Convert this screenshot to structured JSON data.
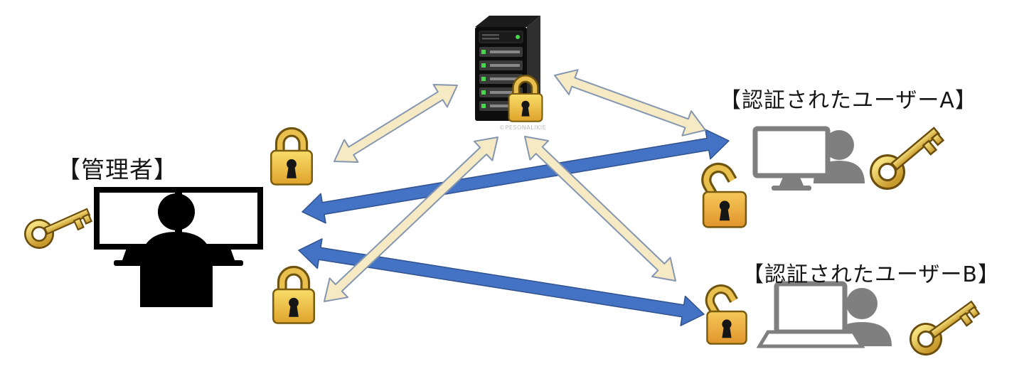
{
  "diagram": {
    "labels": {
      "admin": "【管理者】",
      "user_a": "【認証されたユーザーA】",
      "user_b": "【認証されたユーザーB】"
    },
    "watermark": "©PESONALIKIE",
    "icons": [
      {
        "id": "server",
        "name": "server-tower-with-padlock"
      },
      {
        "id": "admin",
        "name": "administrator-dual-monitor-workstation"
      },
      {
        "id": "user_a",
        "name": "authenticated-user-a-desktop"
      },
      {
        "id": "user_b",
        "name": "authenticated-user-b-laptop"
      },
      {
        "id": "lock_admin_upper",
        "name": "closed-gold-padlock"
      },
      {
        "id": "lock_admin_lower",
        "name": "closed-gold-padlock"
      },
      {
        "id": "lock_server",
        "name": "closed-gold-padlock"
      },
      {
        "id": "lock_user_a",
        "name": "open-gold-padlock"
      },
      {
        "id": "lock_user_b",
        "name": "open-gold-padlock"
      },
      {
        "id": "key_admin",
        "name": "gold-key"
      },
      {
        "id": "key_user_a",
        "name": "gold-key"
      },
      {
        "id": "key_user_b",
        "name": "gold-key"
      }
    ],
    "edges": [
      {
        "id": "e5",
        "from": "admin",
        "to": "user_a",
        "style": "blue",
        "bidirectional": true
      },
      {
        "id": "e6",
        "from": "admin",
        "to": "user_b",
        "style": "blue",
        "bidirectional": true
      },
      {
        "id": "e1",
        "from": "admin",
        "to": "server",
        "style": "cream",
        "bidirectional": true,
        "route": "upper"
      },
      {
        "id": "e2",
        "from": "server",
        "to": "user_a",
        "style": "cream",
        "bidirectional": true
      },
      {
        "id": "e3",
        "from": "server",
        "to": "admin",
        "style": "cream",
        "bidirectional": true,
        "route": "lower"
      },
      {
        "id": "e4",
        "from": "server",
        "to": "user_b",
        "style": "cream",
        "bidirectional": true
      }
    ],
    "colors": {
      "arrow_cream_fill": "#F6EAC4",
      "arrow_cream_stroke": "#8496B0",
      "arrow_blue_fill": "#4472C4",
      "arrow_blue_stroke": "#30538F",
      "lock_gold_light": "#F9DD6A",
      "lock_gold_dark": "#DFA32B",
      "key_gold_light": "#F5E07E",
      "key_gold_dark": "#C8992B",
      "admin_icon": "#000000",
      "user_icon": "#7F7F7F",
      "server_body": "#0D0D0D",
      "led_green": "#49D84D"
    }
  }
}
